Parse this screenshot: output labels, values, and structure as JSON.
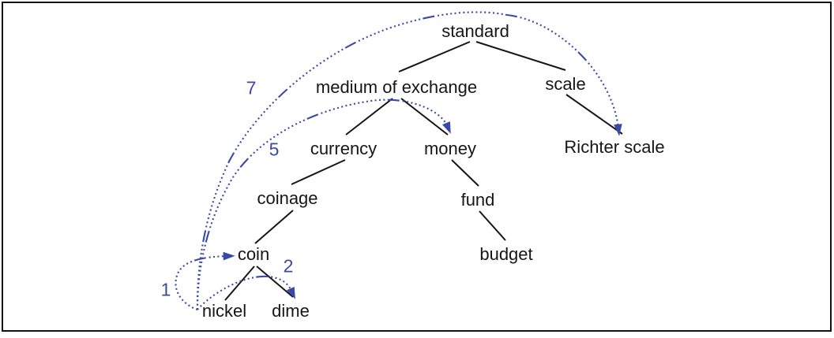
{
  "nodes": {
    "standard": "standard",
    "medium_of_exchange": "medium of exchange",
    "scale": "scale",
    "richter_scale": "Richter scale",
    "currency": "currency",
    "money": "money",
    "coinage": "coinage",
    "fund": "fund",
    "coin": "coin",
    "budget": "budget",
    "nickel": "nickel",
    "dime": "dime"
  },
  "tree_edges": [
    [
      "standard",
      "medium of exchange"
    ],
    [
      "standard",
      "scale"
    ],
    [
      "medium of exchange",
      "currency"
    ],
    [
      "medium of exchange",
      "money"
    ],
    [
      "scale",
      "Richter scale"
    ],
    [
      "currency",
      "coinage"
    ],
    [
      "coinage",
      "coin"
    ],
    [
      "coin",
      "nickel"
    ],
    [
      "coin",
      "dime"
    ],
    [
      "money",
      "fund"
    ],
    [
      "fund",
      "budget"
    ]
  ],
  "distance_arcs": [
    {
      "from": "nickel",
      "to": "coin",
      "label": "1"
    },
    {
      "from": "nickel",
      "to": "dime",
      "label": "2"
    },
    {
      "from": "nickel",
      "to": "money",
      "label": "5"
    },
    {
      "from": "nickel",
      "to": "Richter scale",
      "label": "7"
    }
  ],
  "colors": {
    "arc_blue": "#3a49a4",
    "line_black": "#161616",
    "background": "#ffffff",
    "border": "#111111"
  }
}
